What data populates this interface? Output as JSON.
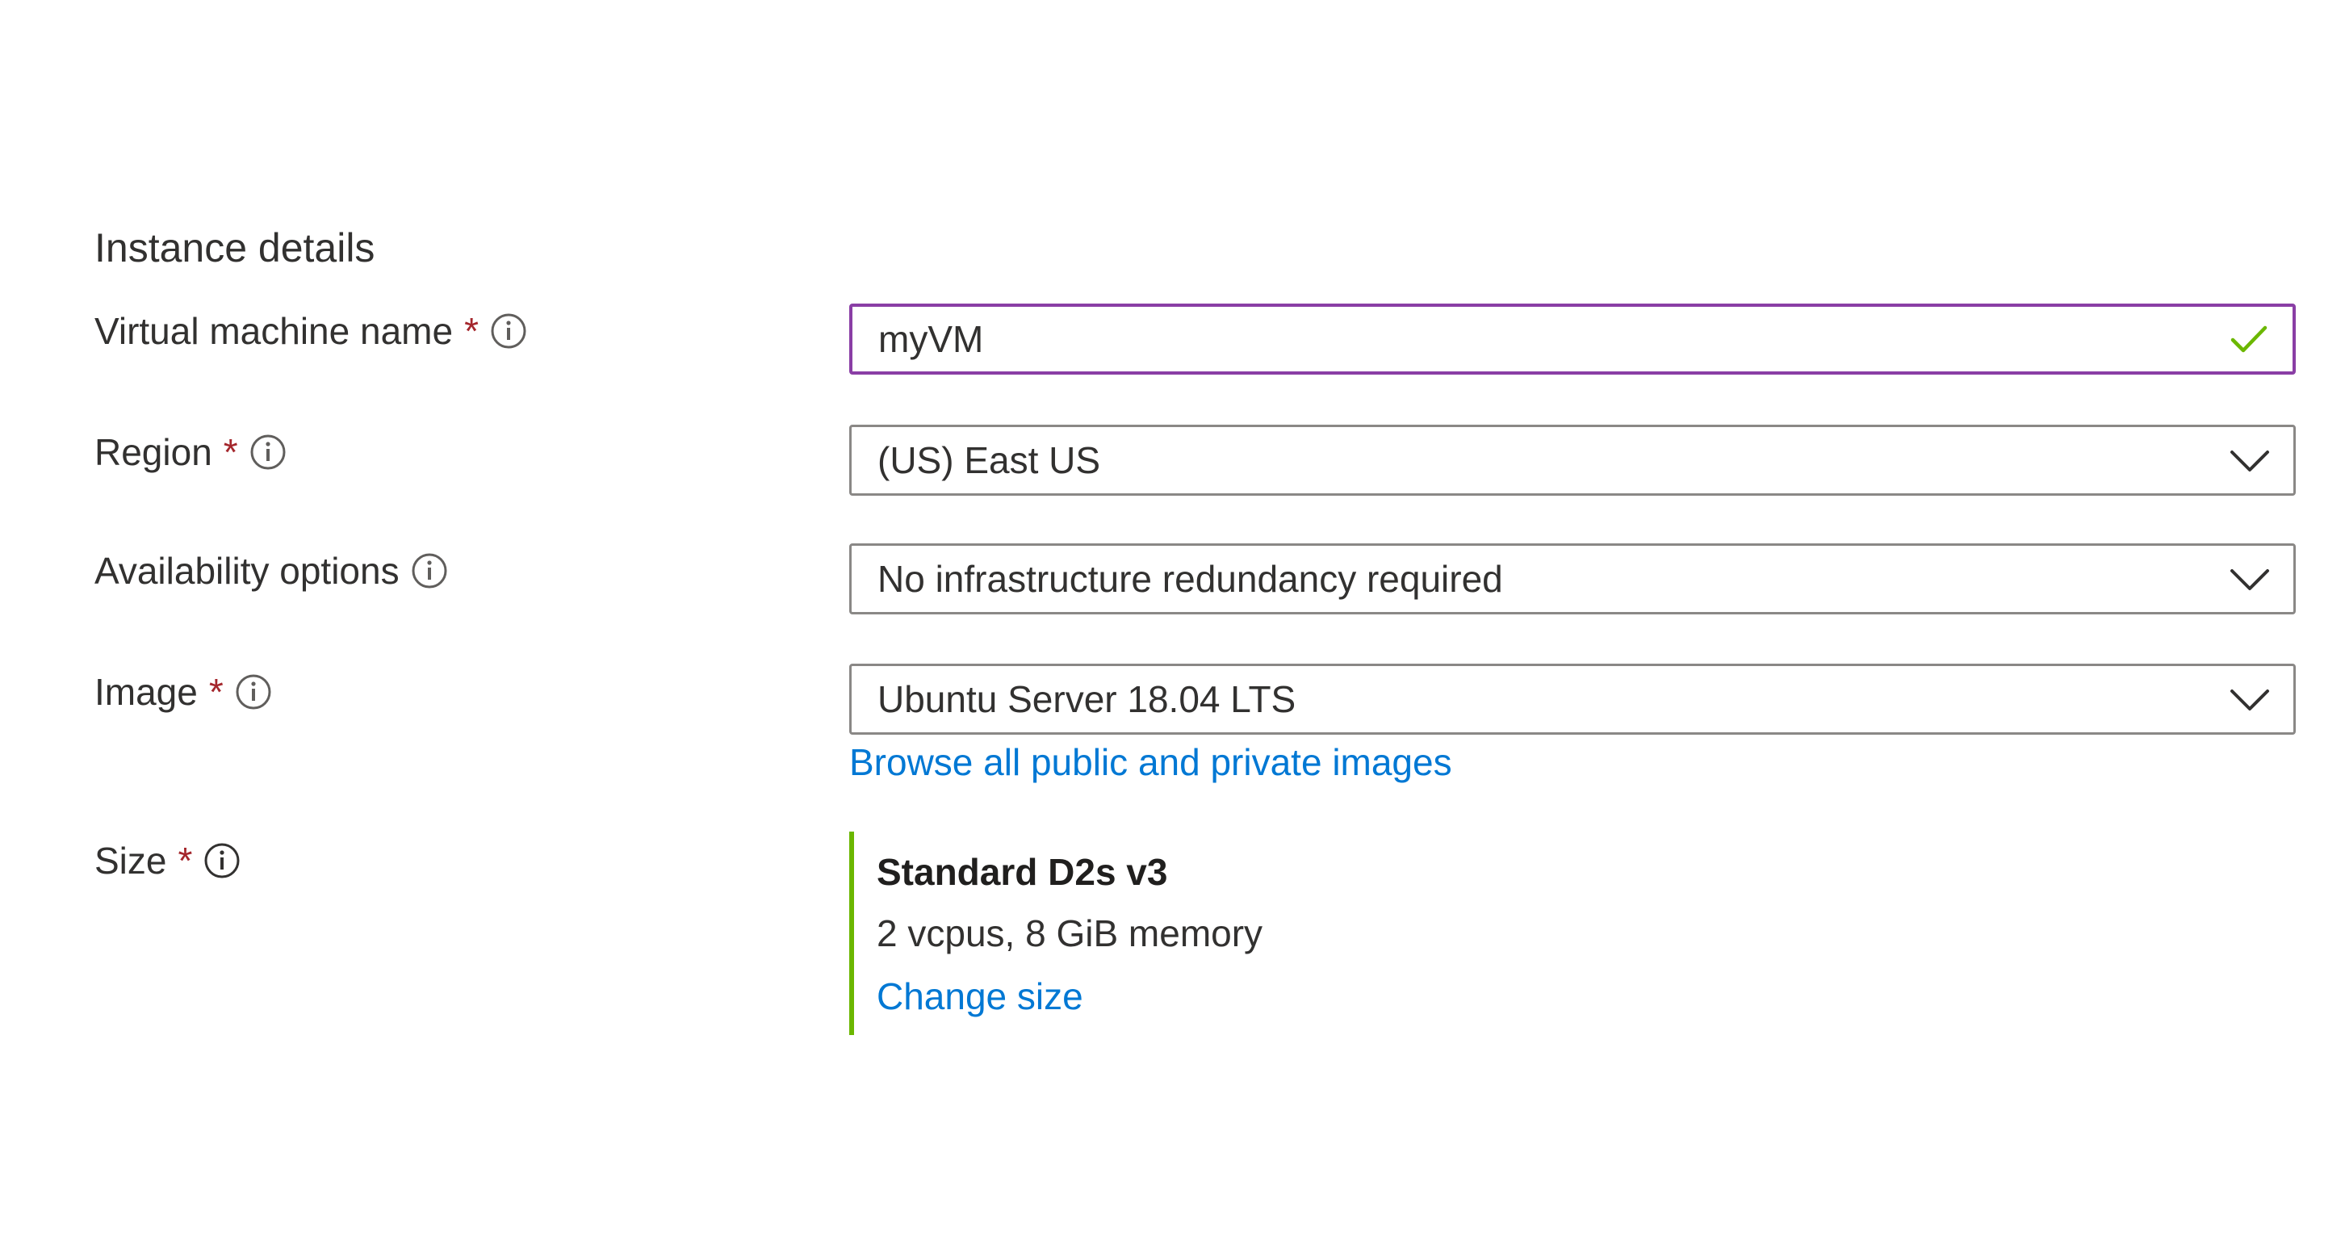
{
  "section": {
    "title": "Instance details"
  },
  "fields": {
    "vm_name": {
      "label": "Virtual machine name",
      "required_mark": "*",
      "value": "myVM"
    },
    "region": {
      "label": "Region",
      "required_mark": "*",
      "value": "(US) East US"
    },
    "availability": {
      "label": "Availability options",
      "value": "No infrastructure redundancy required"
    },
    "image": {
      "label": "Image",
      "required_mark": "*",
      "value": "Ubuntu Server 18.04 LTS",
      "browse_link": "Browse all public and private images"
    },
    "size": {
      "label": "Size",
      "required_mark": "*",
      "name": "Standard D2s v3",
      "description": "2 vcpus, 8 GiB memory",
      "change_link": "Change size"
    }
  },
  "icons": {
    "info": "info-icon",
    "valid": "checkmark-icon",
    "dropdown": "chevron-down-icon"
  },
  "colors": {
    "focus_border": "#8a3ea5",
    "required": "#a4262c",
    "link": "#0078d4",
    "valid_check": "#6bb700",
    "size_accent": "#6bb700"
  }
}
